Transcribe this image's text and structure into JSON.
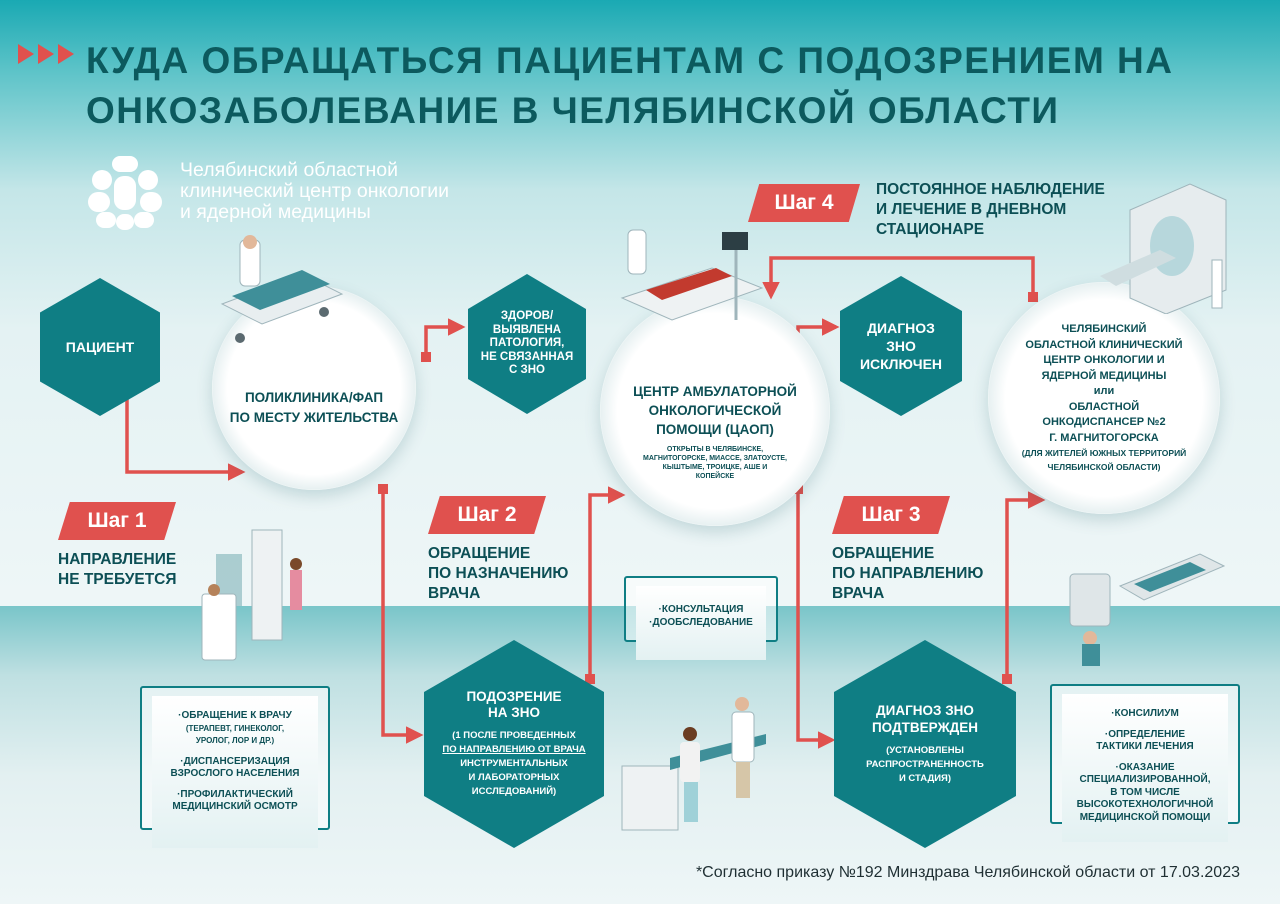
{
  "title": "КУДА ОБРАЩАТЬСЯ ПАЦИЕНТАМ С ПОДОЗРЕНИЕМ НА ОНКОЗАБОЛЕВАНИЕ В ЧЕЛЯБИНСКОЙ ОБЛАСТИ",
  "logo": {
    "line1": "Челябинский областной",
    "line2": "клинический центр онкологии",
    "line3": "и ядерной медицины"
  },
  "patient": "ПАЦИЕНТ",
  "polyclinic": {
    "line1": "ПОЛИКЛИНИКА/ФАП",
    "line2": "ПО МЕСТУ ЖИТЕЛЬСТВА"
  },
  "healthy": {
    "line1": "ЗДОРОВ/",
    "line2": "ВЫЯВЛЕНА",
    "line3": "ПАТОЛОГИЯ,",
    "line4": "НЕ СВЯЗАННАЯ",
    "line5": "С ЗНО"
  },
  "caop": {
    "line1": "ЦЕНТР АМБУЛАТОРНОЙ",
    "line2": "ОНКОЛОГИЧЕСКОЙ",
    "line3": "ПОМОЩИ (ЦАОП)",
    "note1": "ОТКРЫТЫ В ЧЕЛЯБИНСКЕ,",
    "note2": "МАГНИТОГОРСКЕ, МИАССЕ, ЗЛАТОУСТЕ,",
    "note3": "КЫШТЫМЕ, ТРОИЦКЕ, АШЕ И",
    "note4": "КОПЕЙСКЕ"
  },
  "excluded": {
    "line1": "ДИАГНОЗ",
    "line2": "ЗНО",
    "line3": "ИСКЛЮЧЕН"
  },
  "center": {
    "line1": "ЧЕЛЯБИНСКИЙ",
    "line2": "ОБЛАСТНОЙ КЛИНИЧЕСКИЙ",
    "line3": "ЦЕНТР ОНКОЛОГИИ И",
    "line4": "ЯДЕРНОЙ МЕДИЦИНЫ",
    "or": "или",
    "line5": "ОБЛАСТНОЙ",
    "line6": "ОНКОДИСПАНСЕР №2",
    "line7": "Г. МАГНИТОГОРСКА",
    "note1": "(ДЛЯ ЖИТЕЛЕЙ  ЮЖНЫХ ТЕРРИТОРИЙ",
    "note2": "ЧЕЛЯБИНСКОЙ ОБЛАСТИ)"
  },
  "steps": [
    {
      "label": "Шаг 1",
      "desc1": "НАПРАВЛЕНИЕ",
      "desc2": "НЕ ТРЕБУЕТСЯ",
      "desc3": ""
    },
    {
      "label": "Шаг 2",
      "desc1": "ОБРАЩЕНИЕ",
      "desc2": "ПО НАЗНАЧЕНИЮ",
      "desc3": "ВРАЧА"
    },
    {
      "label": "Шаг 3",
      "desc1": "ОБРАЩЕНИЕ",
      "desc2": "ПО НАПРАВЛЕНИЮ",
      "desc3": "ВРАЧА"
    },
    {
      "label": "Шаг 4",
      "desc1": "ПОСТОЯННОЕ НАБЛЮДЕНИЕ",
      "desc2": "И ЛЕЧЕНИЕ В ДНЕВНОМ",
      "desc3": "СТАЦИОНАРЕ"
    }
  ],
  "card1": {
    "item1a": "·ОБРАЩЕНИЕ К ВРАЧУ",
    "item1b": "(ТЕРАПЕВТ, ГИНЕКОЛОГ,",
    "item1c": "УРОЛОГ, ЛОР И ДР.)",
    "item2a": "·ДИСПАНСЕРИЗАЦИЯ",
    "item2b": "ВЗРОСЛОГО НАСЕЛЕНИЯ",
    "item3a": "·ПРОФИЛАКТИЧЕСКИЙ",
    "item3b": "МЕДИЦИНСКИЙ ОСМОТР"
  },
  "card2": {
    "item1": "·КОНСУЛЬТАЦИЯ",
    "item2": "·ДООБСЛЕДОВАНИЕ"
  },
  "card3": {
    "item1": "·КОНСИЛИУМ",
    "item2a": "·ОПРЕДЕЛЕНИЕ",
    "item2b": "ТАКТИКИ ЛЕЧЕНИЯ",
    "item3a": "·ОКАЗАНИЕ",
    "item3b": "СПЕЦИАЛИЗИРОВАННОЙ,",
    "item3c": "В ТОМ ЧИСЛЕ",
    "item3d": "ВЫСОКОТЕХНОЛОГИЧНОЙ",
    "item3e": "МЕДИЦИНСКОЙ ПОМОЩИ"
  },
  "suspicion": {
    "line1": "ПОДОЗРЕНИЕ",
    "line2": "НА ЗНО",
    "note1": "(1 ПОСЛЕ ПРОВЕДЕННЫХ",
    "note2": "ПО  НАПРАВЛЕНИЮ ОТ ВРАЧА",
    "note3": "ИНСТРУМЕНТАЛЬНЫХ",
    "note4": "И ЛАБОРАТОРНЫХ",
    "note5": "ИССЛЕДОВАНИЙ)"
  },
  "confirmed": {
    "line1": "ДИАГНОЗ ЗНО",
    "line2": "ПОДТВЕРЖДЕН",
    "note1": "(УСТАНОВЛЕНЫ",
    "note2": "РАСПРОСТРАНЕННОСТЬ",
    "note3": "И СТАДИЯ)"
  },
  "footnote": "*Согласно приказу №192 Минздрава Челябинской области от 17.03.2023",
  "colors": {
    "teal": "#0f7e84",
    "dark": "#0c5a5e",
    "red": "#e0514e"
  }
}
